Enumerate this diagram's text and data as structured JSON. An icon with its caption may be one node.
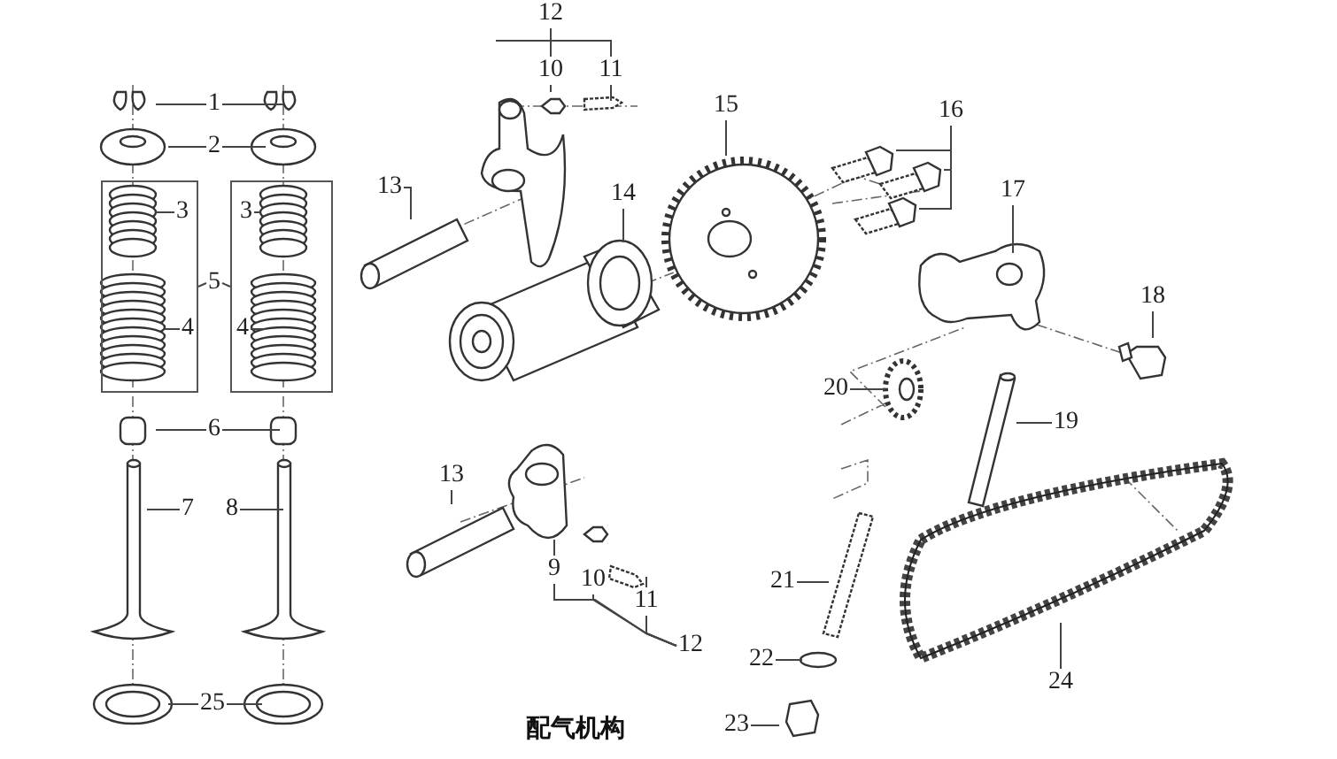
{
  "diagram": {
    "title": "配气机构",
    "nodes": [
      {
        "text": [
          "1"
        ]
      },
      {
        "text": [
          "2"
        ]
      },
      {
        "text": [],
        "shape": "box"
      },
      {
        "text": [],
        "shape": "box"
      },
      {
        "text": [
          "3"
        ],
        "in": 2
      },
      {
        "text": [
          "3"
        ],
        "in": 3
      },
      {
        "text": [
          "5"
        ]
      },
      {
        "text": [
          "4"
        ],
        "in": 2
      },
      {
        "text": [
          "4"
        ],
        "in": 3
      },
      {
        "text": [
          "6"
        ]
      },
      {
        "text": [
          "7"
        ]
      },
      {
        "text": [
          "8"
        ]
      },
      {
        "text": [
          "25"
        ]
      },
      {
        "text": [
          "12"
        ]
      },
      {
        "text": [
          "10"
        ]
      },
      {
        "text": [
          "11"
        ]
      },
      {
        "text": [
          "13"
        ]
      },
      {
        "text": [
          "14"
        ]
      },
      {
        "text": [
          "15"
        ]
      },
      {
        "text": [
          "16"
        ]
      },
      {
        "text": [
          "17"
        ]
      },
      {
        "text": [
          "18"
        ]
      },
      {
        "text": [
          "20"
        ]
      },
      {
        "text": [
          "19"
        ]
      },
      {
        "text": [
          "13"
        ]
      },
      {
        "text": [
          "9"
        ]
      },
      {
        "text": [
          "10"
        ]
      },
      {
        "text": [
          "11"
        ]
      },
      {
        "text": [
          "12"
        ]
      },
      {
        "text": [
          "21"
        ]
      },
      {
        "text": [
          "22"
        ]
      },
      {
        "text": [
          "23"
        ]
      },
      {
        "text": [
          "24"
        ]
      }
    ],
    "edges": [
      {
        "from": 0,
        "to": null,
        "arrow": "none"
      },
      {
        "from": 0,
        "to": null,
        "arrow": "none"
      },
      {
        "from": 1,
        "to": null,
        "arrow": "none"
      },
      {
        "from": 1,
        "to": null,
        "arrow": "none"
      },
      {
        "from": 4,
        "to": null,
        "arrow": "none"
      },
      {
        "from": 5,
        "to": null,
        "arrow": "none"
      },
      {
        "from": 6,
        "to": 2,
        "arrow": "none"
      },
      {
        "from": 6,
        "to": 3,
        "arrow": "none"
      },
      {
        "from": 7,
        "to": null,
        "arrow": "none"
      },
      {
        "from": 8,
        "to": null,
        "arrow": "none"
      },
      {
        "from": 9,
        "to": null,
        "arrow": "none"
      },
      {
        "from": 9,
        "to": null,
        "arrow": "none"
      },
      {
        "from": 10,
        "to": null,
        "arrow": "none"
      },
      {
        "from": 11,
        "to": null,
        "arrow": "none"
      },
      {
        "from": 12,
        "to": null,
        "arrow": "none"
      },
      {
        "from": 12,
        "to": null,
        "arrow": "none"
      },
      {
        "from": 13,
        "to": null,
        "arrow": "none"
      },
      {
        "from": 13,
        "to": 14,
        "arrow": "none"
      },
      {
        "from": 13,
        "to": 15,
        "arrow": "none"
      },
      {
        "from": 14,
        "to": null,
        "arrow": "none"
      },
      {
        "from": 15,
        "to": null,
        "arrow": "none"
      },
      {
        "from": 16,
        "to": null,
        "arrow": "none"
      },
      {
        "from": 17,
        "to": null,
        "arrow": "none"
      },
      {
        "from": 18,
        "to": null,
        "arrow": "none"
      },
      {
        "from": 19,
        "to": null,
        "arrow": "none"
      },
      {
        "from": 19,
        "to": null,
        "arrow": "none"
      },
      {
        "from": 19,
        "to": null,
        "arrow": "none"
      },
      {
        "from": 20,
        "to": null,
        "arrow": "none"
      },
      {
        "from": 21,
        "to": null,
        "arrow": "none"
      },
      {
        "from": 22,
        "to": null,
        "arrow": "none"
      },
      {
        "from": 23,
        "to": null,
        "arrow": "none"
      },
      {
        "from": 24,
        "to": null,
        "arrow": "none"
      },
      {
        "from": 25,
        "to": null,
        "arrow": "none"
      },
      {
        "from": 25,
        "to": 28,
        "arrow": "none"
      },
      {
        "from": 26,
        "to": 28,
        "arrow": "none"
      },
      {
        "from": 27,
        "to": 28,
        "arrow": "none"
      },
      {
        "from": 27,
        "to": null,
        "arrow": "none"
      },
      {
        "from": 29,
        "to": null,
        "arrow": "none"
      },
      {
        "from": 30,
        "to": null,
        "arrow": "none"
      },
      {
        "from": 31,
        "to": null,
        "arrow": "none"
      },
      {
        "from": 32,
        "to": null,
        "arrow": "none"
      }
    ]
  }
}
